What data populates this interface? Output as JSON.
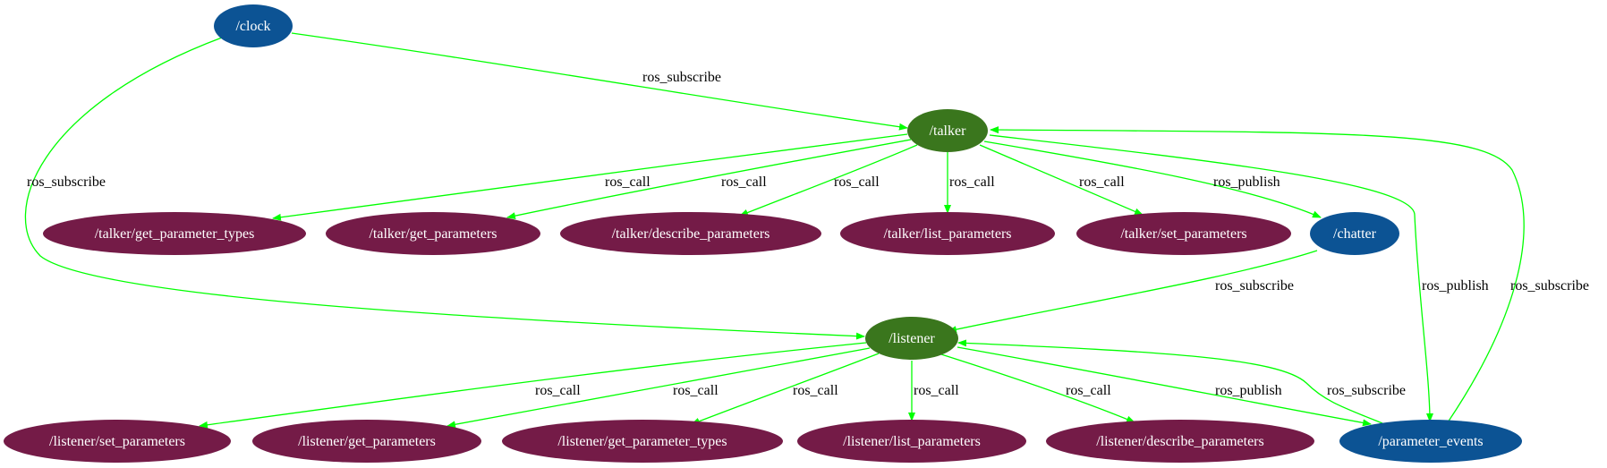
{
  "colors": {
    "edge": "#00ff00",
    "node_ros_node": "#3a761d",
    "node_topic": "#0c5394",
    "node_service": "#741b47",
    "label_text": "#ffffff",
    "edge_label_text": "#000000"
  },
  "nodes": {
    "clock": "/clock",
    "talker": "/talker",
    "listener": "/listener",
    "chatter": "/chatter",
    "parameter_events": "/parameter_events",
    "talker_get_parameter_types": "/talker/get_parameter_types",
    "talker_get_parameters": "/talker/get_parameters",
    "talker_describe_parameters": "/talker/describe_parameters",
    "talker_list_parameters": "/talker/list_parameters",
    "talker_set_parameters": "/talker/set_parameters",
    "listener_set_parameters": "/listener/set_parameters",
    "listener_get_parameters": "/listener/get_parameters",
    "listener_get_parameter_types": "/listener/get_parameter_types",
    "listener_list_parameters": "/listener/list_parameters",
    "listener_describe_parameters": "/listener/describe_parameters"
  },
  "edges": {
    "clock_talker": "ros_subscribe",
    "clock_listener": "ros_subscribe",
    "talker_get_parameter_types": "ros_call",
    "talker_get_parameters": "ros_call",
    "talker_describe_parameters": "ros_call",
    "talker_list_parameters": "ros_call",
    "talker_set_parameters": "ros_call",
    "talker_chatter": "ros_publish",
    "talker_parameter_events": "ros_publish",
    "parameter_events_talker": "ros_subscribe",
    "chatter_listener": "ros_subscribe",
    "listener_set_parameters": "ros_call",
    "listener_get_parameters": "ros_call",
    "listener_get_parameter_types": "ros_call",
    "listener_list_parameters": "ros_call",
    "listener_describe_parameters": "ros_call",
    "listener_parameter_events": "ros_publish",
    "parameter_events_listener": "ros_subscribe"
  }
}
